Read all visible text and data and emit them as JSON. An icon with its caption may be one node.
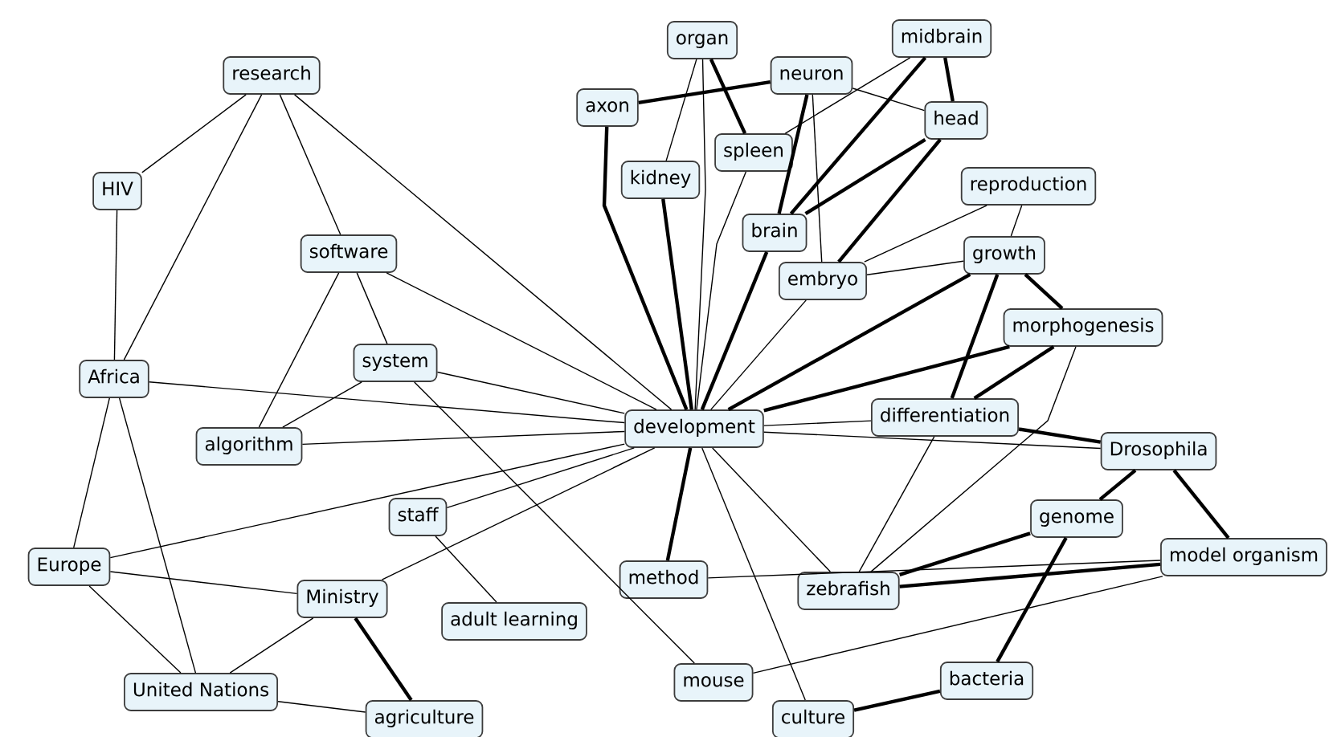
{
  "diagram": {
    "nodes": [
      {
        "text": [
          "research"
        ]
      },
      {
        "text": [
          "HIV"
        ]
      },
      {
        "text": [
          "software"
        ]
      },
      {
        "text": [
          "system"
        ]
      },
      {
        "text": [
          "Africa"
        ]
      },
      {
        "text": [
          "algorithm"
        ]
      },
      {
        "text": [
          "development"
        ]
      },
      {
        "text": [
          "staff"
        ]
      },
      {
        "text": [
          "Europe"
        ]
      },
      {
        "text": [
          "Ministry"
        ]
      },
      {
        "text": [
          "adult learning"
        ]
      },
      {
        "text": [
          "United Nations"
        ]
      },
      {
        "text": [
          "agriculture"
        ]
      },
      {
        "text": [
          "organ"
        ]
      },
      {
        "text": [
          "axon"
        ]
      },
      {
        "text": [
          "neuron"
        ]
      },
      {
        "text": [
          "midbrain"
        ]
      },
      {
        "text": [
          "head"
        ]
      },
      {
        "text": [
          "spleen"
        ]
      },
      {
        "text": [
          "kidney"
        ]
      },
      {
        "text": [
          "reproduction"
        ]
      },
      {
        "text": [
          "brain"
        ]
      },
      {
        "text": [
          "growth"
        ]
      },
      {
        "text": [
          "embryo"
        ]
      },
      {
        "text": [
          "morphogenesis"
        ]
      },
      {
        "text": [
          "differentiation"
        ]
      },
      {
        "text": [
          "Drosophila"
        ]
      },
      {
        "text": [
          "genome"
        ]
      },
      {
        "text": [
          "method"
        ]
      },
      {
        "text": [
          "zebrafish"
        ]
      },
      {
        "text": [
          "model organism"
        ]
      },
      {
        "text": [
          "mouse"
        ]
      },
      {
        "text": [
          "culture"
        ]
      },
      {
        "text": [
          "bacteria"
        ]
      }
    ],
    "edges": [
      {
        "from": 0,
        "to": 1,
        "arrow": "none"
      },
      {
        "from": 0,
        "to": 4,
        "arrow": "none"
      },
      {
        "from": 0,
        "to": 2,
        "arrow": "none"
      },
      {
        "from": 0,
        "to": 6,
        "arrow": "none"
      },
      {
        "from": 1,
        "to": 4,
        "arrow": "none"
      },
      {
        "from": 2,
        "to": 3,
        "arrow": "none"
      },
      {
        "from": 2,
        "to": 6,
        "arrow": "none"
      },
      {
        "from": 2,
        "to": 5,
        "arrow": "none"
      },
      {
        "from": 3,
        "to": 6,
        "arrow": "none"
      },
      {
        "from": 3,
        "to": 5,
        "arrow": "none"
      },
      {
        "from": 3,
        "to": 31,
        "arrow": "none"
      },
      {
        "from": 4,
        "to": 6,
        "arrow": "none"
      },
      {
        "from": 4,
        "to": 8,
        "arrow": "none"
      },
      {
        "from": 4,
        "to": 11,
        "arrow": "none"
      },
      {
        "from": 5,
        "to": 6,
        "arrow": "none"
      },
      {
        "from": 6,
        "to": 8,
        "arrow": "none"
      },
      {
        "from": 6,
        "to": 7,
        "arrow": "none"
      },
      {
        "from": 6,
        "to": 9,
        "arrow": "none"
      },
      {
        "from": 7,
        "to": 10,
        "arrow": "none"
      },
      {
        "from": 8,
        "to": 9,
        "arrow": "none"
      },
      {
        "from": 8,
        "to": 11,
        "arrow": "none"
      },
      {
        "from": 9,
        "to": 11,
        "arrow": "none"
      },
      {
        "from": 9,
        "to": 12,
        "arrow": "none",
        "style": "thick"
      },
      {
        "from": 11,
        "to": 12,
        "arrow": "none"
      },
      {
        "from": 13,
        "to": 19,
        "arrow": "none"
      },
      {
        "from": 13,
        "to": 6,
        "arrow": "none"
      },
      {
        "from": 13,
        "to": 18,
        "arrow": "none",
        "style": "thick"
      },
      {
        "from": 14,
        "to": 15,
        "arrow": "none",
        "style": "thick"
      },
      {
        "from": 14,
        "to": 6,
        "arrow": "none",
        "style": "thick"
      },
      {
        "from": 19,
        "to": 6,
        "arrow": "none",
        "style": "thick"
      },
      {
        "from": 15,
        "to": 21,
        "arrow": "none",
        "style": "thick"
      },
      {
        "from": 15,
        "to": 17,
        "arrow": "none"
      },
      {
        "from": 15,
        "to": 23,
        "arrow": "none"
      },
      {
        "from": 16,
        "to": 18,
        "arrow": "none"
      },
      {
        "from": 16,
        "to": 21,
        "arrow": "none",
        "style": "thick"
      },
      {
        "from": 16,
        "to": 17,
        "arrow": "none",
        "style": "thick"
      },
      {
        "from": 17,
        "to": 21,
        "arrow": "none",
        "style": "thick"
      },
      {
        "from": 17,
        "to": 23,
        "arrow": "none",
        "style": "thick"
      },
      {
        "from": 18,
        "to": 6,
        "arrow": "none"
      },
      {
        "from": 21,
        "to": 6,
        "arrow": "none",
        "style": "thick"
      },
      {
        "from": 20,
        "to": 23,
        "arrow": "none"
      },
      {
        "from": 20,
        "to": 22,
        "arrow": "none"
      },
      {
        "from": 22,
        "to": 23,
        "arrow": "none"
      },
      {
        "from": 22,
        "to": 6,
        "arrow": "none",
        "style": "thick"
      },
      {
        "from": 22,
        "to": 24,
        "arrow": "none",
        "style": "thick"
      },
      {
        "from": 22,
        "to": 25,
        "arrow": "none",
        "style": "thick"
      },
      {
        "from": 24,
        "to": 25,
        "arrow": "none",
        "style": "thick"
      },
      {
        "from": 24,
        "to": 29,
        "arrow": "none"
      },
      {
        "from": 24,
        "to": 6,
        "arrow": "none",
        "style": "thick"
      },
      {
        "from": 23,
        "to": 6,
        "arrow": "none"
      },
      {
        "from": 6,
        "to": 25,
        "arrow": "none"
      },
      {
        "from": 6,
        "to": 26,
        "arrow": "none"
      },
      {
        "from": 6,
        "to": 28,
        "arrow": "none",
        "style": "thick"
      },
      {
        "from": 6,
        "to": 29,
        "arrow": "none"
      },
      {
        "from": 6,
        "to": 32,
        "arrow": "none"
      },
      {
        "from": 25,
        "to": 29,
        "arrow": "none"
      },
      {
        "from": 25,
        "to": 26,
        "arrow": "none",
        "style": "thick"
      },
      {
        "from": 26,
        "to": 27,
        "arrow": "none",
        "style": "thick"
      },
      {
        "from": 26,
        "to": 30,
        "arrow": "none",
        "style": "thick"
      },
      {
        "from": 27,
        "to": 29,
        "arrow": "none",
        "style": "thick"
      },
      {
        "from": 27,
        "to": 33,
        "arrow": "none",
        "style": "thick"
      },
      {
        "from": 28,
        "to": 30,
        "arrow": "none"
      },
      {
        "from": 29,
        "to": 30,
        "arrow": "none",
        "style": "thick"
      },
      {
        "from": 31,
        "to": 30,
        "arrow": "none"
      },
      {
        "from": 32,
        "to": 33,
        "arrow": "none",
        "style": "thick"
      }
    ]
  }
}
